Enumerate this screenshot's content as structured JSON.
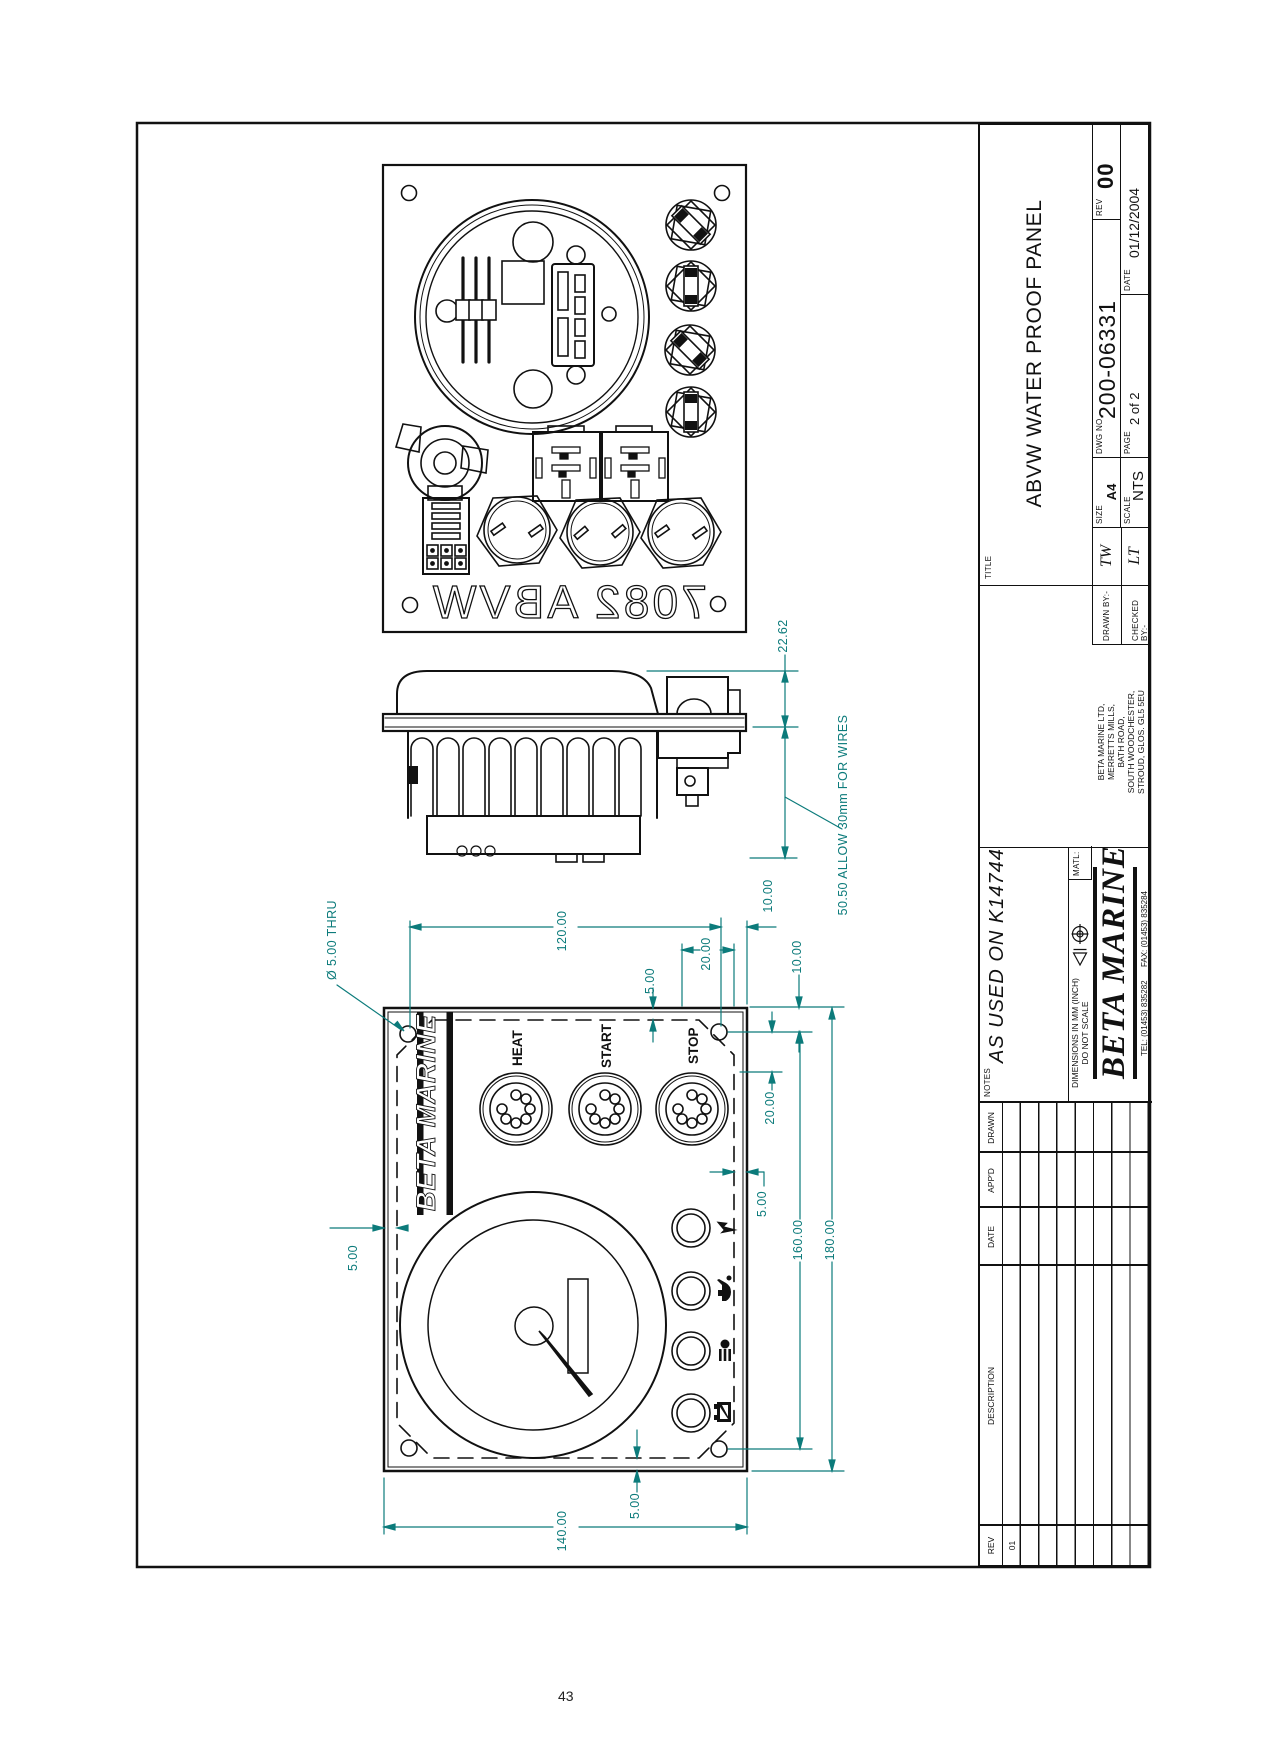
{
  "page": {
    "number": "43"
  },
  "colors": {
    "dim_teal": "#0c7b7b",
    "line": "#111111"
  },
  "sheet": {
    "views": {
      "back": {
        "marking": "7082 ABVW"
      },
      "front": {
        "logo": "BETA MARINE",
        "button_labels": {
          "heat": "HEAT",
          "start": "START",
          "stop": "STOP"
        }
      }
    },
    "dims": {
      "hole": "Ø 5.00 THRU",
      "w120": "120.00",
      "t5": "5.00",
      "t20": "20.00",
      "t10a": "10.00",
      "t10b": "10.00",
      "r20": "20.00",
      "r5": "5.00",
      "h160": "160.00",
      "h180": "180.00",
      "w140": "140.00",
      "b5": "5.00",
      "l5": "5.00",
      "d2262": "22.62",
      "d5050": "50.50  ALLOW 30mm FOR WIRES"
    },
    "title_block": {
      "labels": {
        "title": "TITLE",
        "notes": "NOTES",
        "matl": "MATL:",
        "drawn": "DRAWN BY:-",
        "checked": "CHECKED BY:-",
        "size": "SIZE",
        "dwg": "DWG NO.",
        "rev": "REV",
        "scale": "SCALE",
        "page": "PAGE",
        "date": "DATE"
      },
      "title": "ABVW WATER PROOF PANEL",
      "notes_text": "AS USED ON K14744",
      "dim_note1": "DIMENSIONS IN MM (INCH)",
      "dim_note2": "DO NOT SCALE",
      "logo": "BETA MARINE",
      "address": [
        "BETA MARINE LTD,",
        "MERRETTS MILLS,",
        "BATH ROAD,",
        "SOUTH WOODCHESTER,",
        "STROUD, GLOS. GL5 5EU"
      ],
      "telfax": "TEL: (01453) 835282      FAX: (01453) 835284",
      "drawn_by": "TW",
      "checked_by": "LT",
      "size": "A4",
      "dwg_no": "200-06331",
      "rev": "00",
      "scale": "NTS",
      "page": "2 of 2",
      "date": "01/12/2004"
    },
    "rev_table": {
      "headers": [
        "REV",
        "DESCRIPTION",
        "DATE",
        "APP'D",
        "DRAWN"
      ],
      "first_rev": "01"
    }
  }
}
